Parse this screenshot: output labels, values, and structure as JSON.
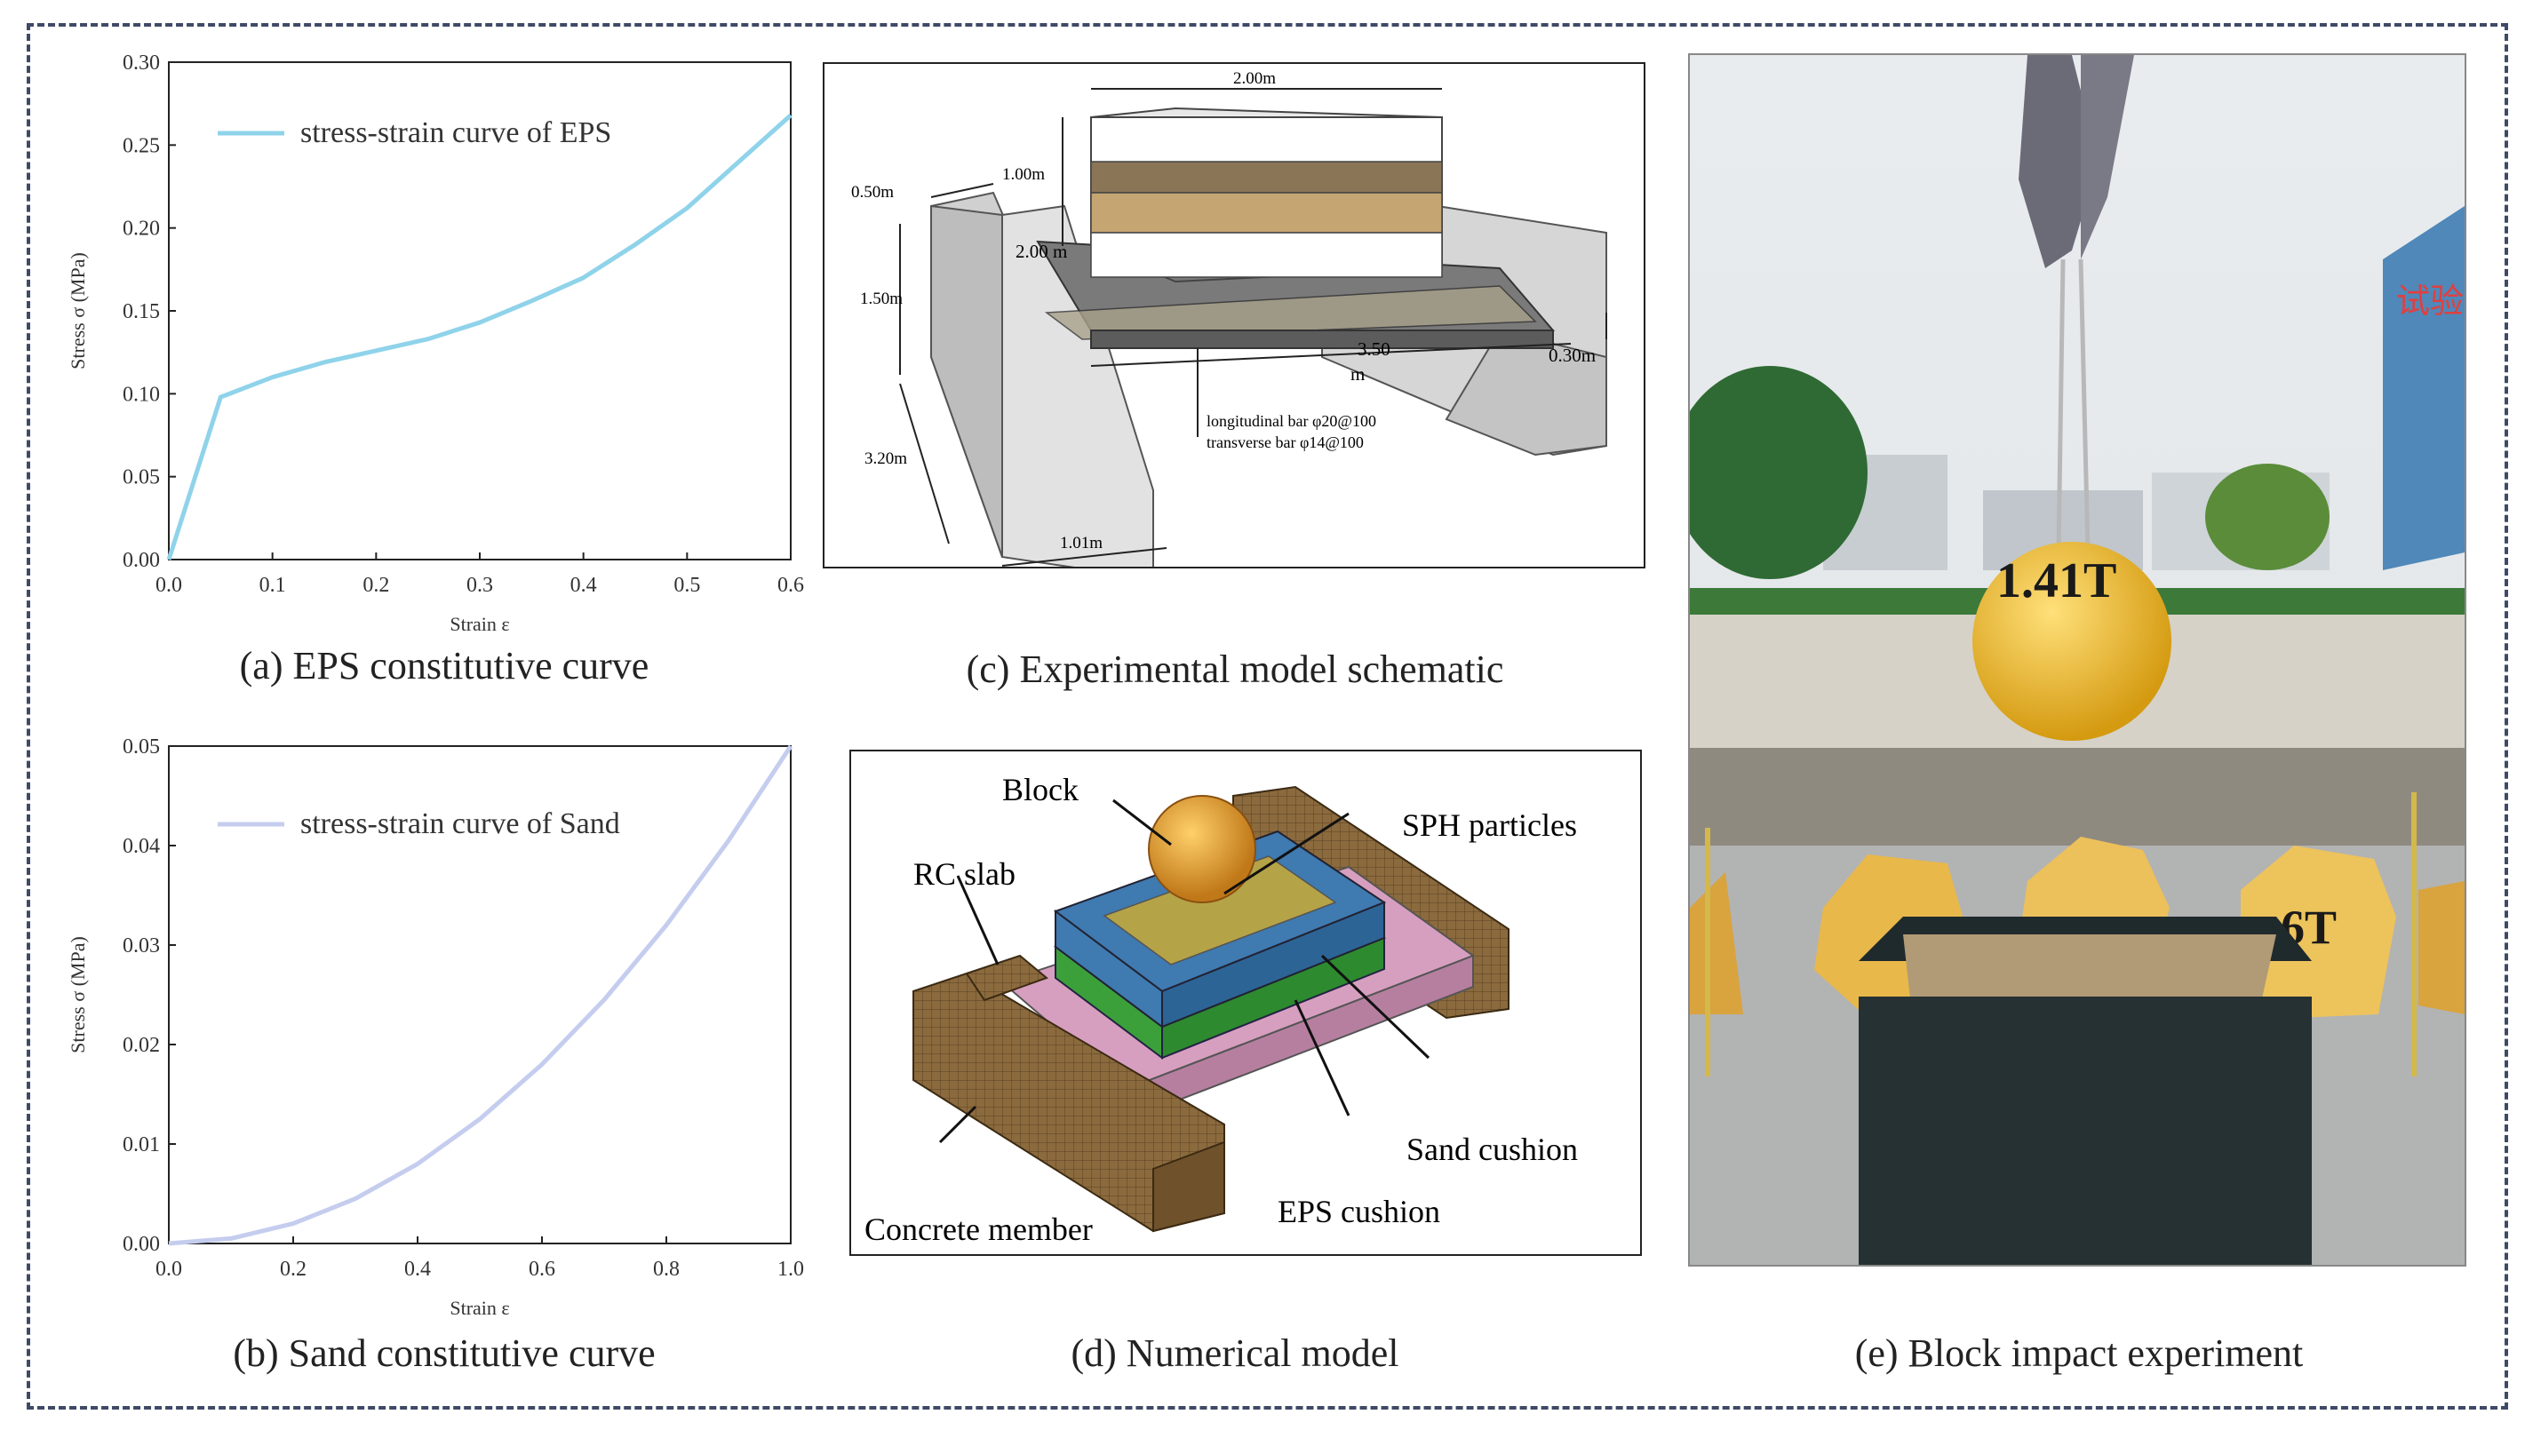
{
  "captions": {
    "a": "(a) EPS constitutive curve",
    "b": "(b) Sand constitutive curve",
    "c": "(c) Experimental model schematic",
    "d": "(d) Numerical model",
    "e": "(e) Block impact experiment"
  },
  "chart_data": [
    {
      "type": "line",
      "xlabel": "Strain ε",
      "ylabel": "Stress σ (MPa)",
      "xlim": [
        0,
        0.6
      ],
      "ylim": [
        0,
        0.3
      ],
      "xticks": [
        "0.0",
        "0.1",
        "0.2",
        "0.3",
        "0.4",
        "0.5",
        "0.6"
      ],
      "yticks": [
        "0.00",
        "0.05",
        "0.10",
        "0.15",
        "0.20",
        "0.25",
        "0.30"
      ],
      "legend_position": "top-left",
      "grid": false,
      "series": [
        {
          "name": "stress-strain curve of EPS",
          "color": "#8fd3ea",
          "x": [
            0,
            0.05,
            0.1,
            0.15,
            0.2,
            0.25,
            0.3,
            0.35,
            0.4,
            0.45,
            0.5,
            0.55,
            0.6
          ],
          "y": [
            0,
            0.098,
            0.11,
            0.119,
            0.126,
            0.133,
            0.143,
            0.156,
            0.17,
            0.19,
            0.212,
            0.24,
            0.268
          ]
        }
      ]
    },
    {
      "type": "line",
      "xlabel": "Strain ε",
      "ylabel": "Stress σ (MPa)",
      "xlim": [
        0,
        1.0
      ],
      "ylim": [
        0,
        0.05
      ],
      "xticks": [
        "0.0",
        "0.2",
        "0.4",
        "0.6",
        "0.8",
        "1.0"
      ],
      "yticks": [
        "0.00",
        "0.01",
        "0.02",
        "0.03",
        "0.04",
        "0.05"
      ],
      "legend_position": "top-left",
      "grid": false,
      "series": [
        {
          "name": "stress-strain curve of Sand",
          "color": "#c5cdef",
          "x": [
            0,
            0.1,
            0.2,
            0.3,
            0.4,
            0.5,
            0.6,
            0.7,
            0.8,
            0.9,
            1.0
          ],
          "y": [
            0,
            0.0005,
            0.002,
            0.0045,
            0.008,
            0.0125,
            0.018,
            0.0245,
            0.032,
            0.0405,
            0.05
          ]
        }
      ]
    }
  ],
  "schematic": {
    "dims": {
      "top_width": "2.00m",
      "height": "1.00m",
      "wall_width": "0.50m",
      "slab_width": "2.00 m",
      "wall_height": "1.50m",
      "span_a": "3.50",
      "span_b": "m",
      "slab_thickness": "0.30m",
      "base_height": "3.20m",
      "base_width": "1.01m"
    },
    "rebar_long": "longitudinal bar φ20@100",
    "rebar_trans": "transverse bar φ14@100"
  },
  "numerical": {
    "labels": {
      "block": "Block",
      "sph": "SPH particles",
      "rc": "RC slab",
      "sand": "Sand cushion",
      "eps": "EPS cushion",
      "concrete": "Concrete member"
    }
  },
  "photo": {
    "ball_label": "1.41T",
    "weight_label": "6T",
    "sign_text": "试验"
  }
}
